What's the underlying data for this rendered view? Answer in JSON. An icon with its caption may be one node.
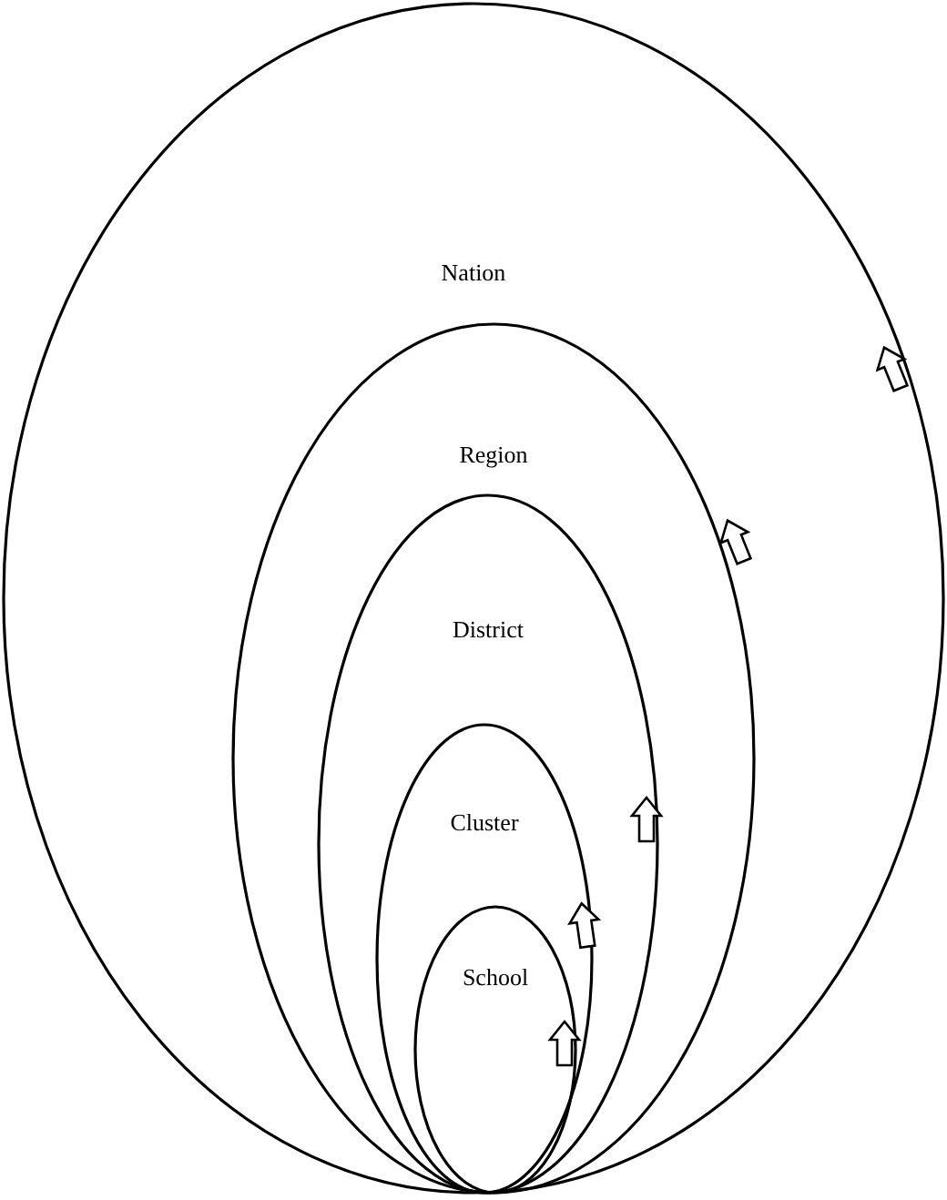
{
  "diagram": {
    "nodes": [
      {
        "text": [
          "Nation"
        ]
      },
      {
        "text": [
          "Region"
        ],
        "in": 0
      },
      {
        "text": [
          "District"
        ],
        "in": 1
      },
      {
        "text": [
          "Cluster"
        ],
        "in": 2
      },
      {
        "text": [
          "School"
        ],
        "in": 3
      }
    ]
  }
}
